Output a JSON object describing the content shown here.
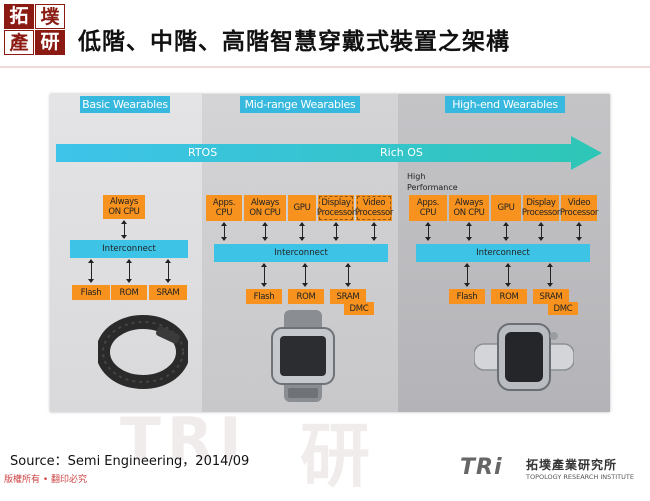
{
  "header": {
    "logo_chars": [
      "拓",
      "墣",
      "產",
      "研"
    ],
    "title": "低階、中階、高階智慧穿戴式裝置之架構"
  },
  "diagram": {
    "tiers": [
      {
        "label": "Basic Wearables"
      },
      {
        "label": "Mid-range Wearables"
      },
      {
        "label": "High-end Wearables"
      }
    ],
    "os_arrow": {
      "left": "RTOS",
      "right": "Rich OS"
    },
    "basic": {
      "cpu": "Always ON CPU",
      "interconnect": "Interconnect",
      "memory": [
        "Flash",
        "ROM",
        "SRAM"
      ]
    },
    "mid": {
      "blocks": [
        "Apps. CPU",
        "Always ON CPU",
        "GPU",
        "Display Processor",
        "Video Processor"
      ],
      "interconnect": "Interconnect",
      "memory": [
        "Flash",
        "ROM",
        "SRAM",
        "DMC"
      ]
    },
    "high": {
      "note": "High Performance",
      "blocks": [
        "Apps. CPU",
        "Always ON CPU",
        "GPU",
        "Display Processor",
        "Video Processor"
      ],
      "interconnect": "Interconnect",
      "memory": [
        "Flash",
        "ROM",
        "SRAM",
        "DMC"
      ]
    }
  },
  "footer": {
    "source": "Source：Semi Engineering，2014/09",
    "copyright": "版權所有 • 翻印必究",
    "org_name": "拓墣產業研究所",
    "org_abbr": "TRi",
    "org_english": "TOPOLOGY RESEARCH INSTITUTE"
  },
  "colors": {
    "block_orange": "#f7921e",
    "interconnect_cyan": "#3cc3e6",
    "arrow_teal": "#2bc0c8",
    "brand_red": "#8a1a12"
  }
}
